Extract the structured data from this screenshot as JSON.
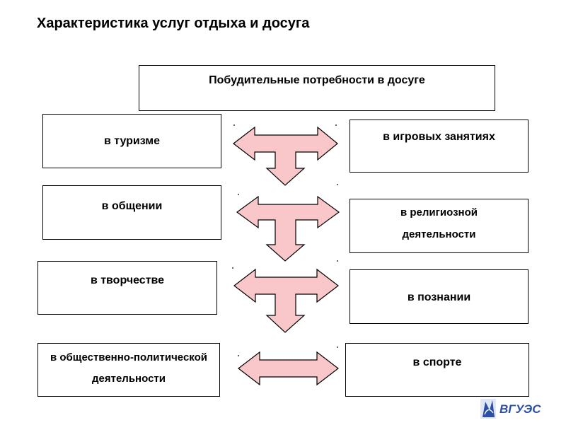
{
  "slide": {
    "title": "Характеристика услуг отдыха и досуга",
    "header_box": "Побудительные  потребности в досуге"
  },
  "left_boxes": [
    {
      "lines": [
        "в туризме"
      ]
    },
    {
      "lines": [
        "в общении"
      ]
    },
    {
      "lines": [
        "в творчестве"
      ]
    },
    {
      "lines": [
        "в общественно-политической",
        "деятельности"
      ]
    }
  ],
  "right_boxes": [
    {
      "lines": [
        "в игровых занятиях"
      ]
    },
    {
      "lines": [
        "в религиозной",
        "деятельности"
      ]
    },
    {
      "lines": [
        "в познании"
      ]
    },
    {
      "lines": [
        "в спорте"
      ]
    }
  ],
  "arrows": [
    {
      "shape": "t-arrow"
    },
    {
      "shape": "t-arrow"
    },
    {
      "shape": "t-arrow"
    },
    {
      "shape": "double-arrow"
    }
  ],
  "colors": {
    "arrow_fill": "#f9c6c9",
    "arrow_stroke": "#000000",
    "logo_blue": "#2b4fa8"
  },
  "logo": {
    "text": "ВГУЭС"
  }
}
